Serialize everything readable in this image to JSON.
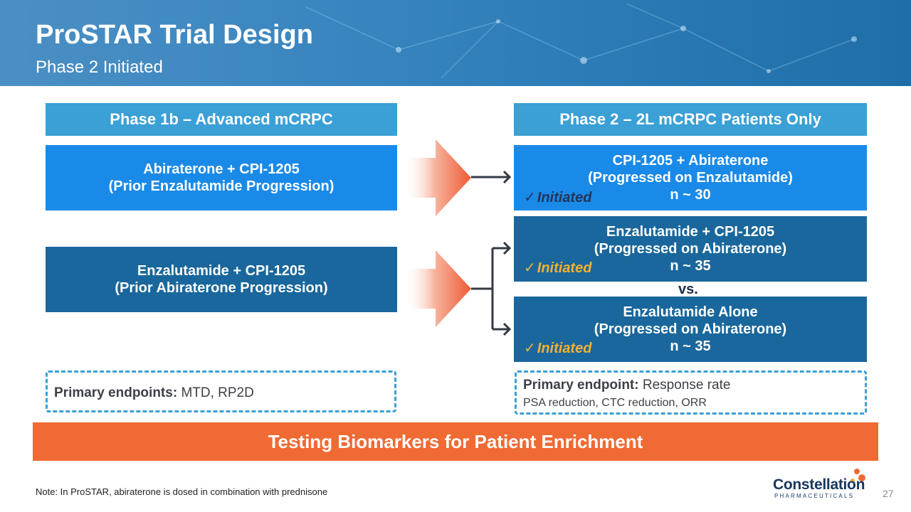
{
  "header": {
    "title": "ProSTAR Trial Design",
    "subtitle": "Phase 2 Initiated"
  },
  "phase1b": {
    "heading": "Phase 1b – Advanced mCRPC",
    "arm1": {
      "line1": "Abiraterone + CPI-1205",
      "line2": "(Prior Enzalutamide Progression)"
    },
    "arm2": {
      "line1": "Enzalutamide + CPI-1205",
      "line2": "(Prior Abiraterone Progression)"
    },
    "endpoint_label": "Primary endpoints:",
    "endpoint_value": "MTD, RP2D"
  },
  "phase2": {
    "heading": "Phase 2 – 2L mCRPC Patients Only",
    "arm1": {
      "line1": "CPI-1205 + Abiraterone",
      "line2": "(Progressed on Enzalutamide)",
      "n": "n ~ 30",
      "status": "Initiated"
    },
    "arm2": {
      "line1": "Enzalutamide + CPI-1205",
      "line2": "(Progressed on Abiraterone)",
      "n": "n ~ 35",
      "status": "Initiated"
    },
    "vs": "vs.",
    "arm3": {
      "line1": "Enzalutamide Alone",
      "line2": "(Progressed on Abiraterone)",
      "n": "n ~ 35",
      "status": "Initiated"
    },
    "endpoint_label": "Primary endpoint:",
    "endpoint_value": "Response rate",
    "endpoint_detail": "PSA reduction, CTC reduction, ORR"
  },
  "banner": "Testing Biomarkers for Patient Enrichment",
  "footer": {
    "note": "Note: In ProSTAR, abiraterone is dosed in combination with prednisone",
    "logo_name": "Constellation",
    "logo_sub": "PHARMACEUTICALS",
    "page_number": "27"
  },
  "colors": {
    "header_blue": "#3b86c0",
    "heading_bar": "#3aa0d6",
    "bright_box": "#1a8ae8",
    "dark_box": "#19679c",
    "initiated": "#f2b035",
    "banner": "#f06a33"
  },
  "icons": [
    "checkmark-icon",
    "arrow-right-icon",
    "molecule-logo-icon"
  ]
}
